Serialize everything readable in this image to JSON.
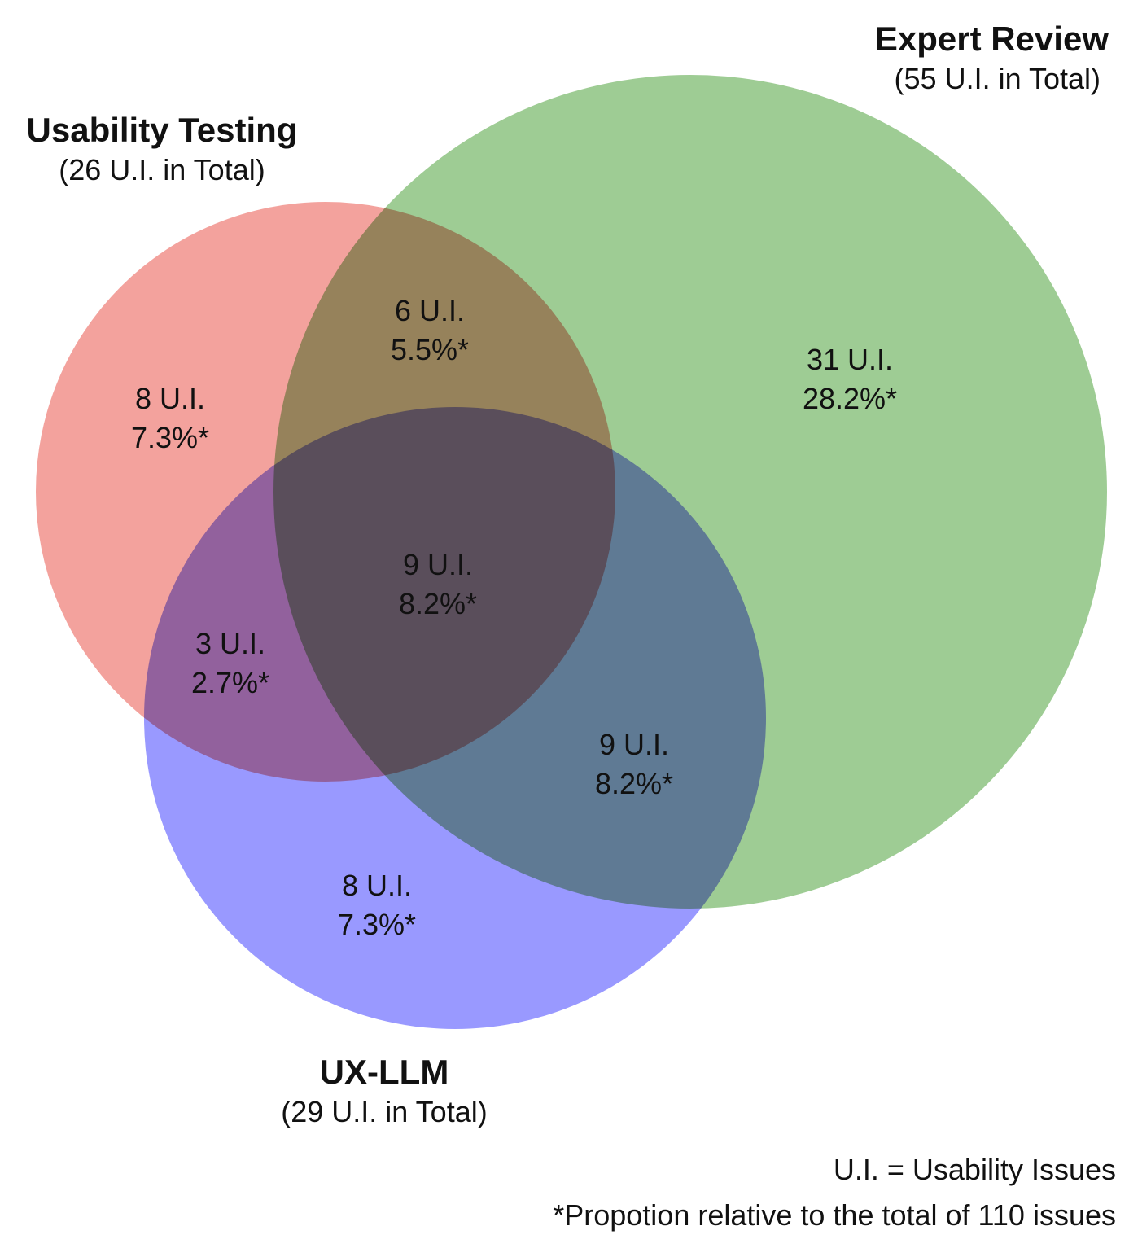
{
  "sets": {
    "usability_testing": {
      "title": "Usability Testing",
      "subtitle": "(26 U.I. in Total)",
      "color": "#f08b84"
    },
    "expert_review": {
      "title": "Expert Review",
      "subtitle": "(55 U.I. in Total)",
      "color": "#79b86b"
    },
    "ux_llm": {
      "title": "UX-LLM",
      "subtitle": "(29 U.I. in Total)",
      "color": "#8080ff"
    }
  },
  "regions": {
    "ut_only": {
      "count": "8 U.I.",
      "pct": "7.3%*"
    },
    "ut_er": {
      "count": "6 U.I.",
      "pct": "5.5%*"
    },
    "er_only": {
      "count": "31 U.I.",
      "pct": "28.2%*"
    },
    "all_three": {
      "count": "9 U.I.",
      "pct": "8.2%*"
    },
    "ut_llm": {
      "count": "3 U.I.",
      "pct": "2.7%*"
    },
    "er_llm": {
      "count": "9 U.I.",
      "pct": "8.2%*"
    },
    "llm_only": {
      "count": "8 U.I.",
      "pct": "7.3%*"
    }
  },
  "notes": {
    "abbreviation": "U.I. = Usability Issues",
    "proportion": "*Propotion relative to the total of 110 issues"
  }
}
